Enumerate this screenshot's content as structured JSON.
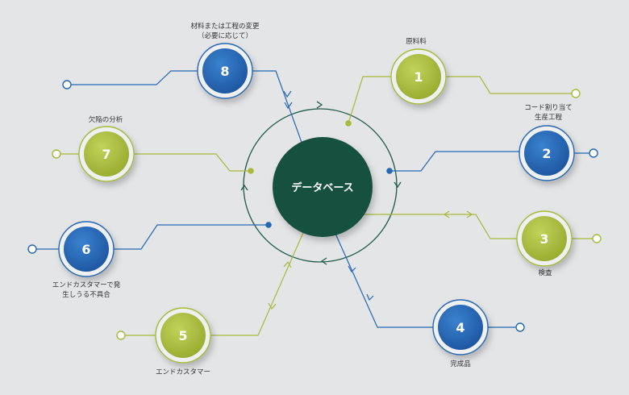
{
  "colors": {
    "background": "#e4e5e7",
    "green": "#a7b93a",
    "blue": "#2567b2",
    "hub": "#15513f",
    "ring": "#1d5a44"
  },
  "hub": {
    "label": "データベース"
  },
  "nodes": [
    {
      "number": "1",
      "label_lines": [
        "原料料"
      ],
      "color": "green"
    },
    {
      "number": "2",
      "label_lines": [
        "コード割り当て",
        "生産工程"
      ],
      "color": "blue"
    },
    {
      "number": "3",
      "label_lines": [
        "検査"
      ],
      "color": "green"
    },
    {
      "number": "4",
      "label_lines": [
        "完成品"
      ],
      "color": "blue"
    },
    {
      "number": "5",
      "label_lines": [
        "エンドカスタマー"
      ],
      "color": "green"
    },
    {
      "number": "6",
      "label_lines": [
        "エンドカスタマーで発",
        "生しうる不具合"
      ],
      "color": "blue"
    },
    {
      "number": "7",
      "label_lines": [
        "欠陥の分析"
      ],
      "color": "green"
    },
    {
      "number": "8",
      "label_lines": [
        "材料または工程の変更",
        "（必要に応じて）"
      ],
      "color": "blue"
    }
  ]
}
